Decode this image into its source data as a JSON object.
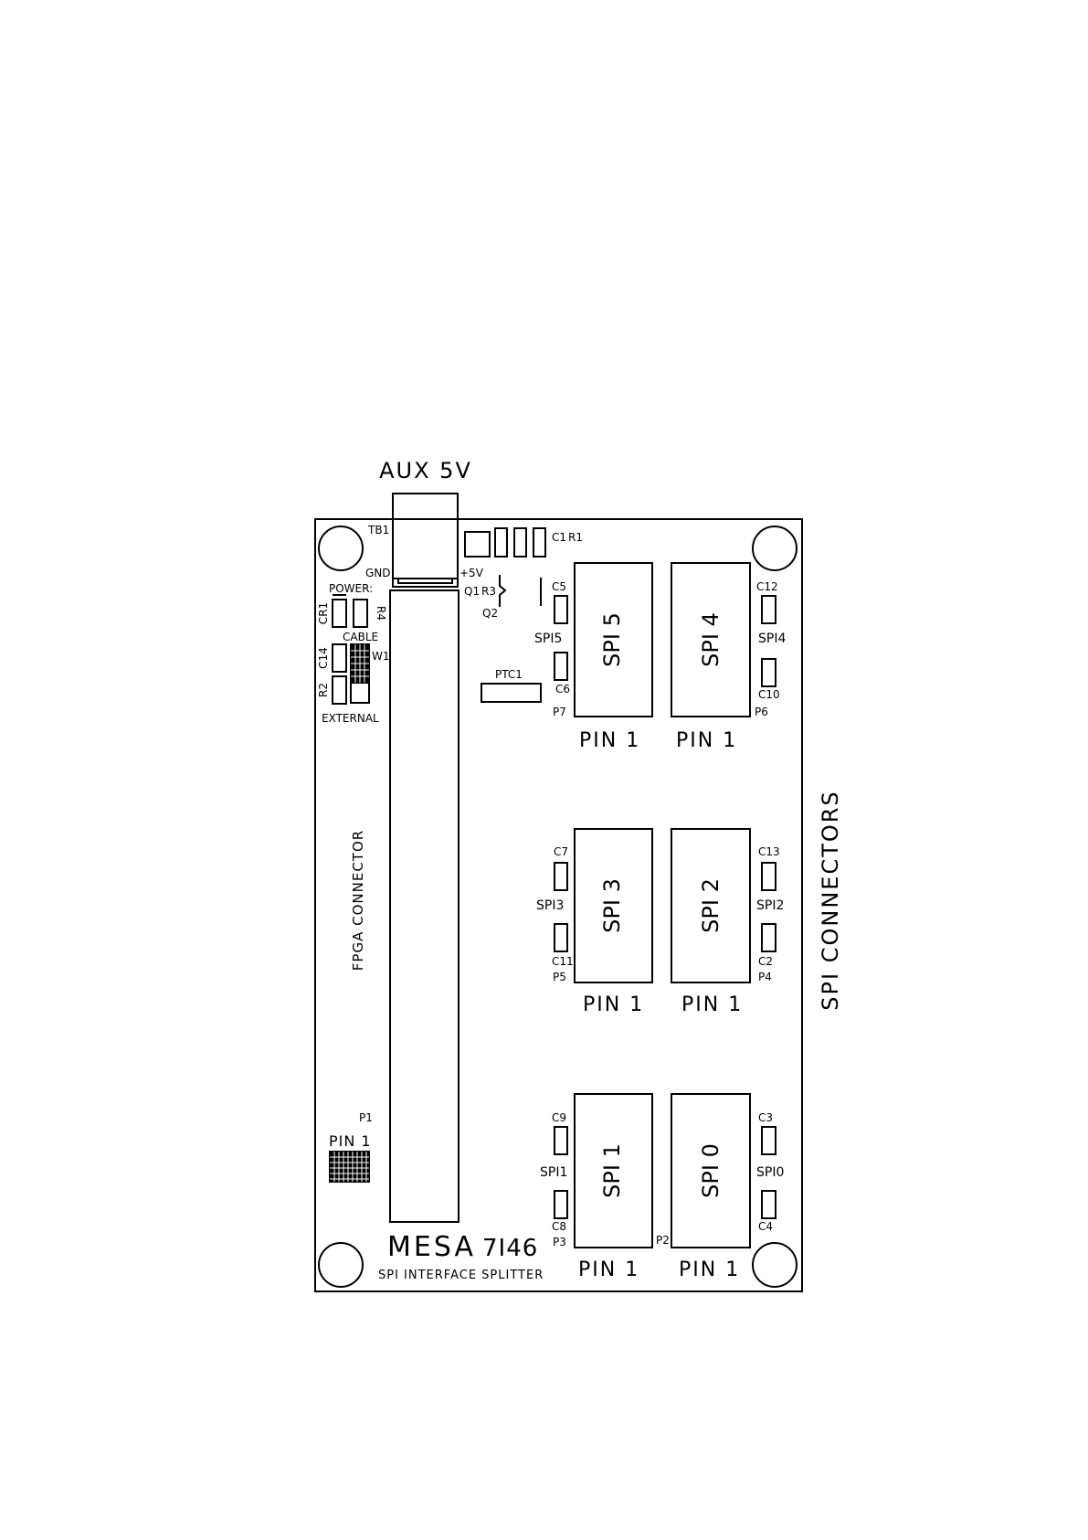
{
  "colors": {
    "ink": "#000000",
    "paper": "#ffffff"
  },
  "labels": {
    "aux": "AUX 5V",
    "tb1": "TB1",
    "gnd": "GND",
    "plus5v": "+5V",
    "c1": "C1",
    "r1": "R1",
    "q1": "Q1",
    "r3": "R3",
    "q2": "Q2",
    "power": "POWER:",
    "cr1": "CR1",
    "r4": "R4",
    "cable": "CABLE",
    "c14": "C14",
    "w1": "W1",
    "r2": "R2",
    "external": "EXTERNAL",
    "fpga": "FPGA CONNECTOR",
    "p1": "P1",
    "p1_pin1": "PIN 1",
    "ptc1": "PTC1",
    "side": "SPI CONNECTORS",
    "logo": "MESA",
    "model": "7I46",
    "subtitle": "SPI INTERFACE SPLITTER"
  },
  "connectors": {
    "spi5": {
      "name": "SPI 5",
      "ref": "P7",
      "pin": "PIN 1",
      "cap_top": "C5",
      "cap_bot": "C6",
      "led": "SPI5"
    },
    "spi4": {
      "name": "SPI 4",
      "ref": "P6",
      "pin": "PIN 1",
      "cap_top": "C12",
      "cap_bot": "C10",
      "led": "SPI4"
    },
    "spi3": {
      "name": "SPI 3",
      "ref": "P5",
      "pin": "PIN 1",
      "cap_top": "C7",
      "cap_bot": "C11",
      "led": "SPI3"
    },
    "spi2": {
      "name": "SPI 2",
      "ref": "P4",
      "pin": "PIN 1",
      "cap_top": "C13",
      "cap_bot": "C2",
      "led": "SPI2"
    },
    "spi1": {
      "name": "SPI 1",
      "ref": "P3",
      "pin": "PIN 1",
      "cap_top": "C9",
      "cap_bot": "C8",
      "led": "SPI1"
    },
    "spi0": {
      "name": "SPI 0",
      "ref": "P2",
      "pin": "PIN 1",
      "cap_top": "C3",
      "cap_bot": "C4",
      "led": "SPI0"
    }
  }
}
